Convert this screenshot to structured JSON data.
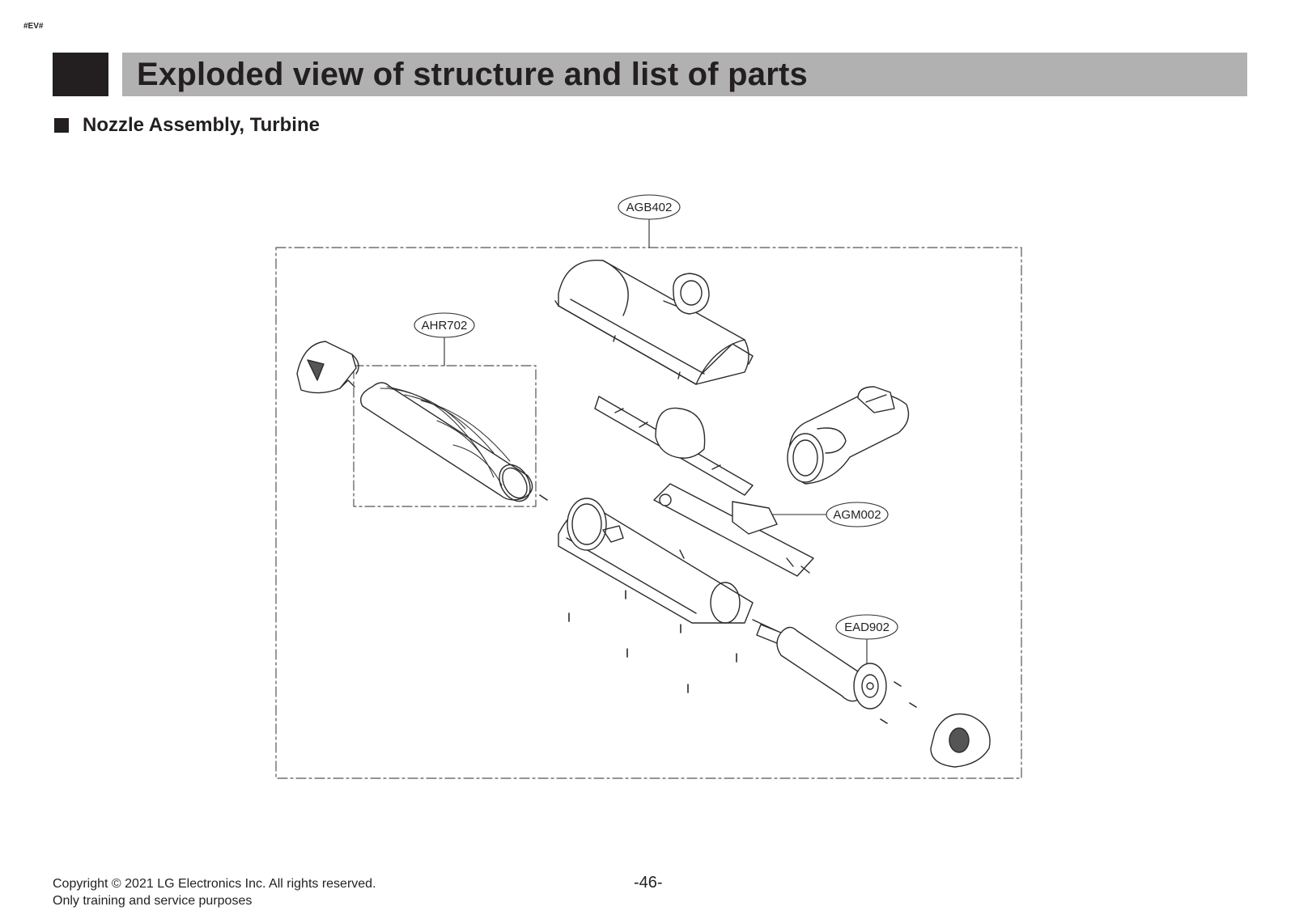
{
  "doc_tag": "#EV#",
  "title": "Exploded view of structure and list of parts",
  "section_title": "Nozzle Assembly, Turbine",
  "callouts": {
    "agb402": "AGB402",
    "ahr702": "AHR702",
    "agm002": "AGM002",
    "ead902": "EAD902"
  },
  "footer": {
    "copyright": "Copyright © 2021 LG Electronics Inc. All rights reserved.",
    "purpose": "Only training and service purposes",
    "page": "-46-"
  }
}
